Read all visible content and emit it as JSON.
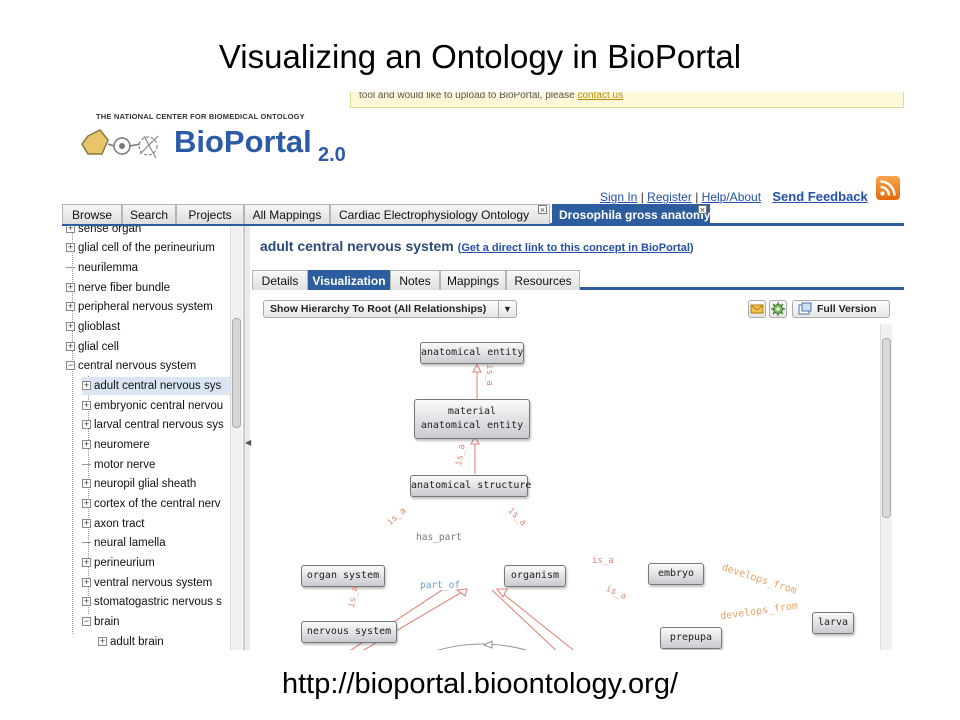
{
  "slide": {
    "title": "Visualizing an Ontology in BioPortal",
    "url": "http://bioportal.bioontology.org/"
  },
  "notice": {
    "text": "tool and would like to upload to BioPortal, please",
    "link": "contact us"
  },
  "logo": {
    "org": "THE NATIONAL CENTER FOR BIOMEDICAL ONTOLOGY",
    "name": "BioPortal",
    "version": "2.0"
  },
  "header_links": {
    "sign_in": "Sign In",
    "sep1": "|",
    "register": "Register",
    "sep2": "|",
    "help": "Help/About",
    "feedback": "Send Feedback"
  },
  "main_tabs": [
    {
      "label": "Browse"
    },
    {
      "label": "Search"
    },
    {
      "label": "Projects"
    },
    {
      "label": "All Mappings"
    },
    {
      "label": "Cardiac Electrophysiology Ontology"
    },
    {
      "label": "Drosophila gross anatomy"
    }
  ],
  "tree": [
    {
      "label": "sense organ",
      "exp": "+"
    },
    {
      "label": "glial cell of the perineurium",
      "exp": "+"
    },
    {
      "label": "neurilemma",
      "exp": ""
    },
    {
      "label": "nerve fiber bundle",
      "exp": "+"
    },
    {
      "label": "peripheral nervous system",
      "exp": "+"
    },
    {
      "label": "glioblast",
      "exp": "+"
    },
    {
      "label": "glial cell",
      "exp": "+"
    },
    {
      "label": "central nervous system",
      "exp": "−"
    },
    {
      "label": "adult central nervous sys",
      "exp": "+"
    },
    {
      "label": "embryonic central nervou",
      "exp": "+"
    },
    {
      "label": "larval central nervous sys",
      "exp": "+"
    },
    {
      "label": "neuromere",
      "exp": "+"
    },
    {
      "label": "motor nerve",
      "exp": ""
    },
    {
      "label": "neuropil glial sheath",
      "exp": "+"
    },
    {
      "label": "cortex of the central nerv",
      "exp": "+"
    },
    {
      "label": "axon tract",
      "exp": "+"
    },
    {
      "label": "neural lamella",
      "exp": ""
    },
    {
      "label": "perineurium",
      "exp": "+"
    },
    {
      "label": "ventral nervous system",
      "exp": "+"
    },
    {
      "label": "stomatogastric nervous s",
      "exp": "+"
    },
    {
      "label": "brain",
      "exp": "−"
    },
    {
      "label": "adult brain",
      "exp": "+"
    }
  ],
  "concept": {
    "title": "adult central nervous system",
    "open_paren": "(",
    "link": "Get a direct link to this concept in BioPortal",
    "close_paren": ")"
  },
  "sub_tabs": [
    {
      "label": "Details"
    },
    {
      "label": "Visualization"
    },
    {
      "label": "Notes"
    },
    {
      "label": "Mappings"
    },
    {
      "label": "Resources"
    }
  ],
  "toolbar": {
    "hierarchy_select": "Show Hierarchy To Root (All Relationships)",
    "full_version": "Full Version"
  },
  "graph": {
    "nodes": {
      "anatomical_entity": "anatomical entity",
      "material_anatomical_entity": "material anatomical entity",
      "anatomical_structure": "anatomical structure",
      "organ_system": "organ system",
      "organism": "organism",
      "embryo": "embryo",
      "larva": "larva",
      "prepupa": "prepupa",
      "nervous_system": "nervous system"
    },
    "edges": {
      "is_a": "is_a",
      "has_part": "has_part",
      "part_of": "part_of",
      "develops_from": "develops_from"
    }
  },
  "colors": {
    "tab_active": "#2c5d9e",
    "is_a_edge": "#e0877a",
    "develops_edge": "#e6a468",
    "part_of_edge": "#6aa0c9",
    "has_part_edge": "#9a9a9a"
  }
}
